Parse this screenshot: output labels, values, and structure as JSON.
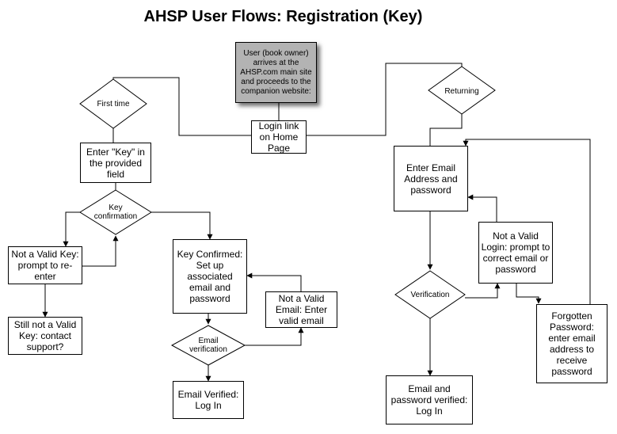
{
  "title": "AHSP User Flows: Registration (Key)",
  "nodes": {
    "start": "User (book owner) arrives at the AHSP.com main site and proceeds to the companion website:",
    "login_link": "Login link on Home Page",
    "first_time": "First time",
    "returning": "Returning",
    "enter_key": "Enter \"Key\" in the provided field",
    "key_confirmation": "Key confirmation",
    "not_valid_key": "Not a Valid Key: prompt to re-enter",
    "still_not_valid_key": "Still not a Valid Key: contact support?",
    "key_confirmed": "Key Confirmed: Set up associated email and password",
    "not_valid_email": "Not a Valid Email: Enter valid email",
    "email_verification": "Email verification",
    "email_verified": "Email Verified: Log In",
    "enter_email": "Enter Email Address and password",
    "not_valid_login": "Not a Valid Login: prompt to correct email or password",
    "verification": "Verification",
    "forgotten_password": "Forgotten Password: enter email address to receive password",
    "email_password_verified": "Email and password verified: Log In"
  }
}
